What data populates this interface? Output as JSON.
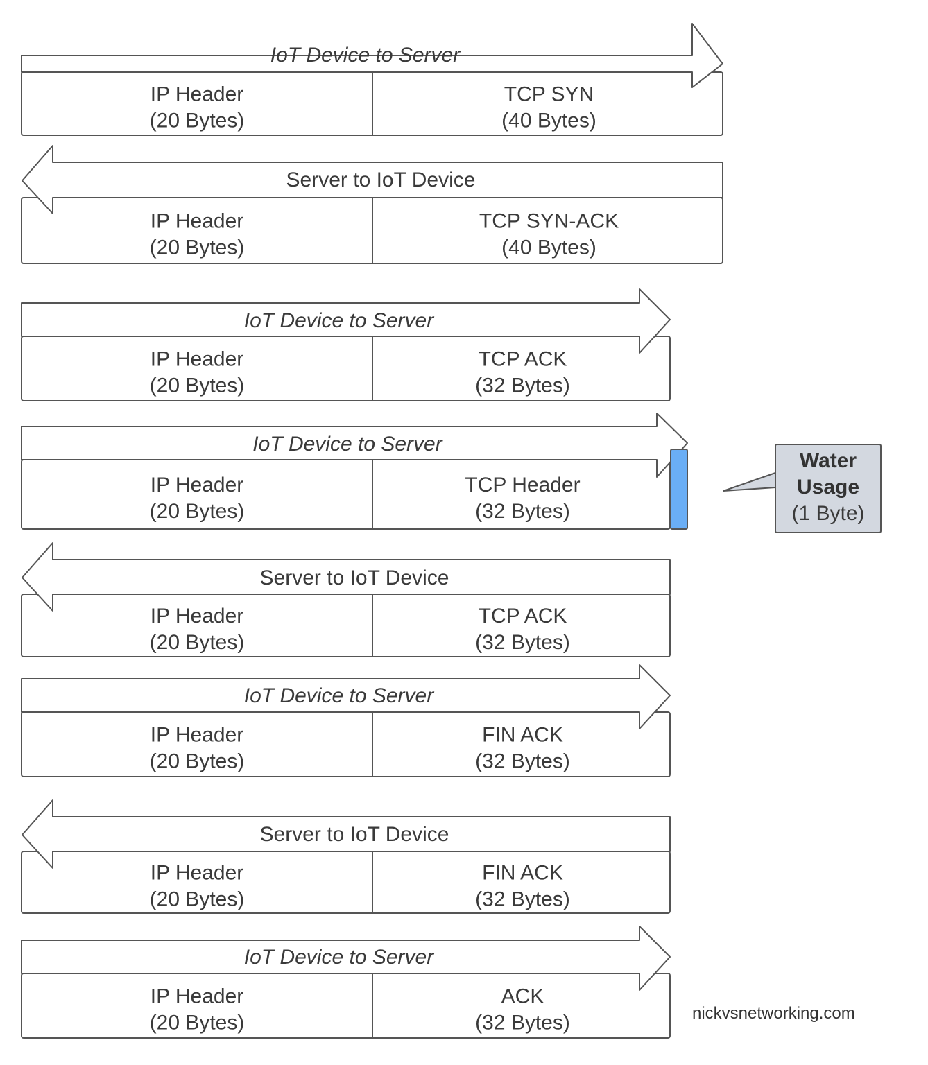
{
  "packets": [
    {
      "direction": "right",
      "label": "IoT Device to Server",
      "italic": true,
      "left": {
        "line1": "IP Header",
        "line2": "(20 Bytes)"
      },
      "right": {
        "line1": "TCP SYN",
        "line2": "(40 Bytes)"
      }
    },
    {
      "direction": "left",
      "label": "Server to IoT Device",
      "italic": false,
      "left": {
        "line1": "IP Header",
        "line2": "(20 Bytes)"
      },
      "right": {
        "line1": "TCP SYN-ACK",
        "line2": "(40 Bytes)"
      }
    },
    {
      "direction": "right",
      "label": "IoT Device to Server",
      "italic": true,
      "left": {
        "line1": "IP Header",
        "line2": "(20 Bytes)"
      },
      "right": {
        "line1": "TCP ACK",
        "line2": "(32 Bytes)"
      }
    },
    {
      "direction": "right",
      "label": "IoT Device to Server",
      "italic": true,
      "left": {
        "line1": "IP Header",
        "line2": "(20 Bytes)"
      },
      "right": {
        "line1": "TCP Header",
        "line2": "(32 Bytes)"
      },
      "payload": true
    },
    {
      "direction": "left",
      "label": "Server to IoT Device",
      "italic": false,
      "left": {
        "line1": "IP Header",
        "line2": "(20 Bytes)"
      },
      "right": {
        "line1": "TCP ACK",
        "line2": "(32 Bytes)"
      }
    },
    {
      "direction": "right",
      "label": "IoT Device to Server",
      "italic": true,
      "left": {
        "line1": "IP Header",
        "line2": "(20 Bytes)"
      },
      "right": {
        "line1": "FIN ACK",
        "line2": "(32 Bytes)"
      }
    },
    {
      "direction": "left",
      "label": "Server to IoT Device",
      "italic": false,
      "left": {
        "line1": "IP Header",
        "line2": "(20 Bytes)"
      },
      "right": {
        "line1": "FIN ACK",
        "line2": "(32 Bytes)"
      }
    },
    {
      "direction": "right",
      "label": "IoT Device to Server",
      "italic": true,
      "left": {
        "line1": "IP Header",
        "line2": "(20 Bytes)"
      },
      "right": {
        "line1": "ACK",
        "line2": "(32 Bytes)"
      }
    }
  ],
  "callout": {
    "line1": "Water",
    "line2": "Usage",
    "line3": "(1 Byte)"
  },
  "footer": "nickvsnetworking.com",
  "colors": {
    "payload": "#6aaef5",
    "callout_fill": "#d3d8e0",
    "stroke": "#555555"
  }
}
